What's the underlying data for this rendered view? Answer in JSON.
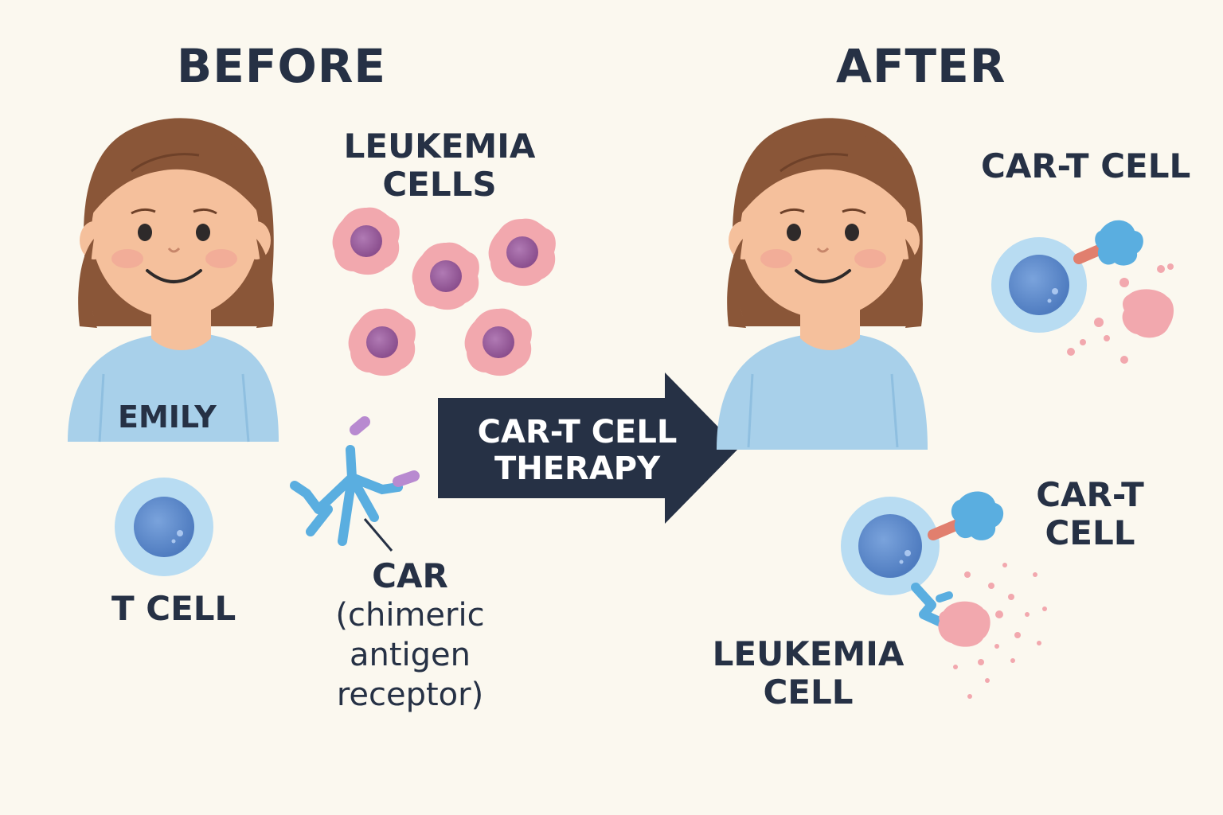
{
  "headings": {
    "before": "BEFORE",
    "after": "AFTER"
  },
  "patient": {
    "name": "EMILY"
  },
  "before": {
    "leukemia_cells_label_line1": "LEUKEMIA",
    "leukemia_cells_label_line2": "CELLS",
    "t_cell_label": "T CELL",
    "car_label": "CAR",
    "car_desc_line1": "(chimeric",
    "car_desc_line2": "antigen",
    "car_desc_line3": "receptor)"
  },
  "therapy": {
    "line1": "CAR-T CELL",
    "line2": "THERAPY"
  },
  "after": {
    "cart_label_top": "CAR-T CELL",
    "cart_label_line1": "CAR-T",
    "cart_label_line2": "CELL",
    "leukemia_label_line1": "LEUKEMIA",
    "leukemia_label_line2": "CELL"
  },
  "colors": {
    "background": "#fbf8ef",
    "text": "#263145",
    "arrow": "#263145",
    "hair": "#8a5638",
    "skin": "#f5c09c",
    "shirt": "#a8d0ea",
    "tcell_outer": "#b8dcf2",
    "tcell_nucleus": "#5b87c9",
    "leukemia_cell": "#f2a8ae",
    "leukemia_nucleus": "#9a5a9c",
    "car_receptor": "#5aaee0",
    "car_tip": "#b88ad0"
  },
  "icons": [
    "girl-portrait-icon",
    "leukemia-cell-icon",
    "t-cell-icon",
    "car-receptor-icon",
    "right-arrow-icon",
    "cart-cell-icon",
    "debris-icon"
  ]
}
